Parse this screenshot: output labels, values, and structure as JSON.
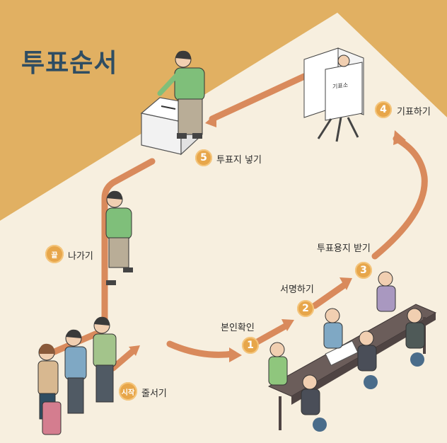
{
  "title": "투표순서",
  "booth_sign": "기표소",
  "steps": [
    {
      "badge": "시작",
      "label": "줄서기"
    },
    {
      "badge": "1",
      "label": "본인확인"
    },
    {
      "badge": "2",
      "label": "서명하기"
    },
    {
      "badge": "3",
      "label": "투표용지 받기"
    },
    {
      "badge": "4",
      "label": "기표하기"
    },
    {
      "badge": "5",
      "label": "투표지 넣기"
    },
    {
      "badge": "끝",
      "label": "나가기"
    }
  ],
  "colors": {
    "background_light": "#f7efdf",
    "background_gold": "#e1b062",
    "arrow": "#d98a5c",
    "badge": "#e7a64a",
    "title": "#2f4d62"
  }
}
